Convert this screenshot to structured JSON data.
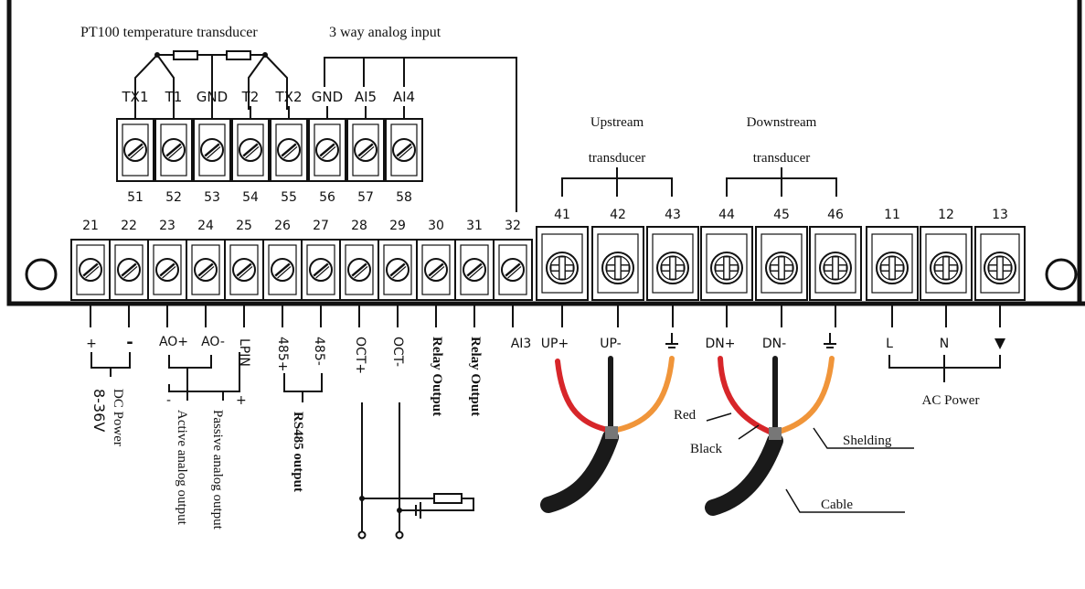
{
  "headers": {
    "pt100": "PT100 temperature transducer",
    "analog_input": "3 way analog input",
    "upstream_1": "Upstream",
    "upstream_2": "transducer",
    "downstream_1": "Downstream",
    "downstream_2": "transducer"
  },
  "top_block": [
    {
      "label": "TX1",
      "num": "51"
    },
    {
      "label": "T1",
      "num": "52"
    },
    {
      "label": "GND",
      "num": "53"
    },
    {
      "label": "T2",
      "num": "54"
    },
    {
      "label": "TX2",
      "num": "55"
    },
    {
      "label": "GND",
      "num": "56"
    },
    {
      "label": "AI5",
      "num": "57"
    },
    {
      "label": "AI4",
      "num": "58"
    }
  ],
  "main_small": [
    "21",
    "22",
    "23",
    "24",
    "25",
    "26",
    "27",
    "28",
    "29",
    "30",
    "31",
    "32"
  ],
  "main_large": [
    "41",
    "42",
    "43",
    "44",
    "45",
    "46",
    "11",
    "12",
    "13"
  ],
  "bottom_labels": {
    "plus": "+",
    "minus": "-",
    "ao_plus": "AO+",
    "ao_minus": "AO-",
    "lpin": "LPIN",
    "rs485_plus": "485+",
    "rs485_minus": "485-",
    "oct_plus": "OCT+",
    "oct_minus": "OCT-",
    "relay1": "Relay Output",
    "relay2": "Relay Output",
    "ai3": "AI3",
    "up_plus": "UP+",
    "up_minus": "UP-",
    "dn_plus": "DN+",
    "dn_minus": "DN-",
    "l": "L",
    "n": "N"
  },
  "annotations": {
    "dc_power": "DC Power",
    "dc_range": "8-36V",
    "active_analog": "Active analog output",
    "passive_analog": "Passive analog output",
    "rs485_output": "RS485 output",
    "ac_power": "AC Power",
    "red": "Red",
    "black": "Black",
    "shelding": "Shelding",
    "cable": "Cable",
    "lpin_plus": "+",
    "lpin_minus": "-"
  },
  "colors": {
    "red_wire": "#d7262a",
    "orange_wire": "#f0953a",
    "black_wire": "#1a1a1a"
  }
}
